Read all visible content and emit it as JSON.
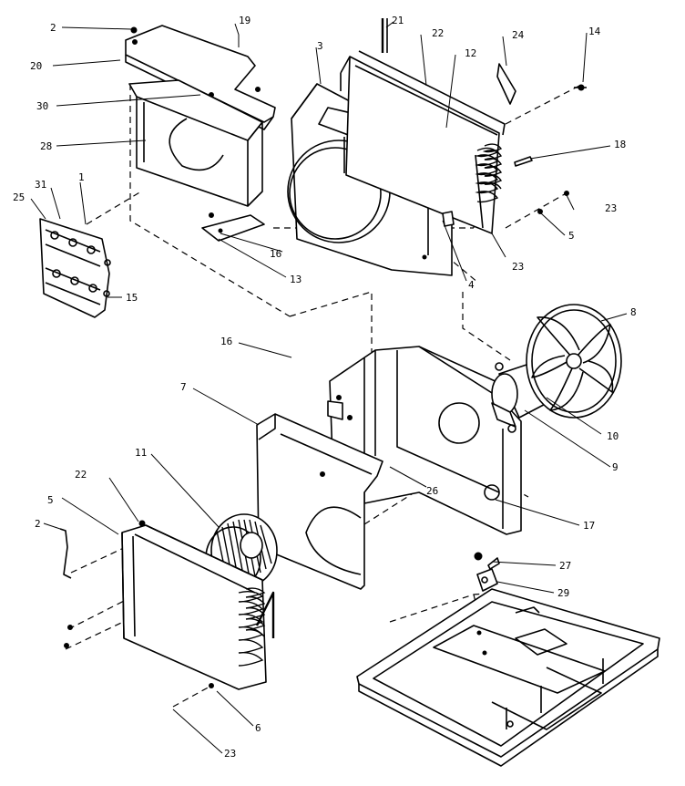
{
  "callouts": [
    {
      "id": "c2a",
      "text": "2"
    },
    {
      "id": "c19",
      "text": "19"
    },
    {
      "id": "c21",
      "text": "21"
    },
    {
      "id": "c22a",
      "text": "22"
    },
    {
      "id": "c24",
      "text": "24"
    },
    {
      "id": "c14",
      "text": "14"
    },
    {
      "id": "c20",
      "text": "20"
    },
    {
      "id": "c3",
      "text": "3"
    },
    {
      "id": "c12",
      "text": "12"
    },
    {
      "id": "c30",
      "text": "30"
    },
    {
      "id": "c18",
      "text": "18"
    },
    {
      "id": "c28",
      "text": "28"
    },
    {
      "id": "c31",
      "text": "31"
    },
    {
      "id": "c1",
      "text": "1"
    },
    {
      "id": "c25",
      "text": "25"
    },
    {
      "id": "c23a",
      "text": "23"
    },
    {
      "id": "c5a",
      "text": "5"
    },
    {
      "id": "c16a",
      "text": "16"
    },
    {
      "id": "c23b",
      "text": "23"
    },
    {
      "id": "c15",
      "text": "15"
    },
    {
      "id": "c13",
      "text": "13"
    },
    {
      "id": "c4",
      "text": "4"
    },
    {
      "id": "c8",
      "text": "8"
    },
    {
      "id": "c16b",
      "text": "16"
    },
    {
      "id": "c7",
      "text": "7"
    },
    {
      "id": "c10",
      "text": "10"
    },
    {
      "id": "c11",
      "text": "11"
    },
    {
      "id": "c9",
      "text": "9"
    },
    {
      "id": "c22b",
      "text": "22"
    },
    {
      "id": "c26",
      "text": "26"
    },
    {
      "id": "c5b",
      "text": "5"
    },
    {
      "id": "c17",
      "text": "17"
    },
    {
      "id": "c2b",
      "text": "2"
    },
    {
      "id": "c27",
      "text": "27"
    },
    {
      "id": "c29",
      "text": "29"
    },
    {
      "id": "c6",
      "text": "6"
    },
    {
      "id": "c23c",
      "text": "23"
    }
  ]
}
